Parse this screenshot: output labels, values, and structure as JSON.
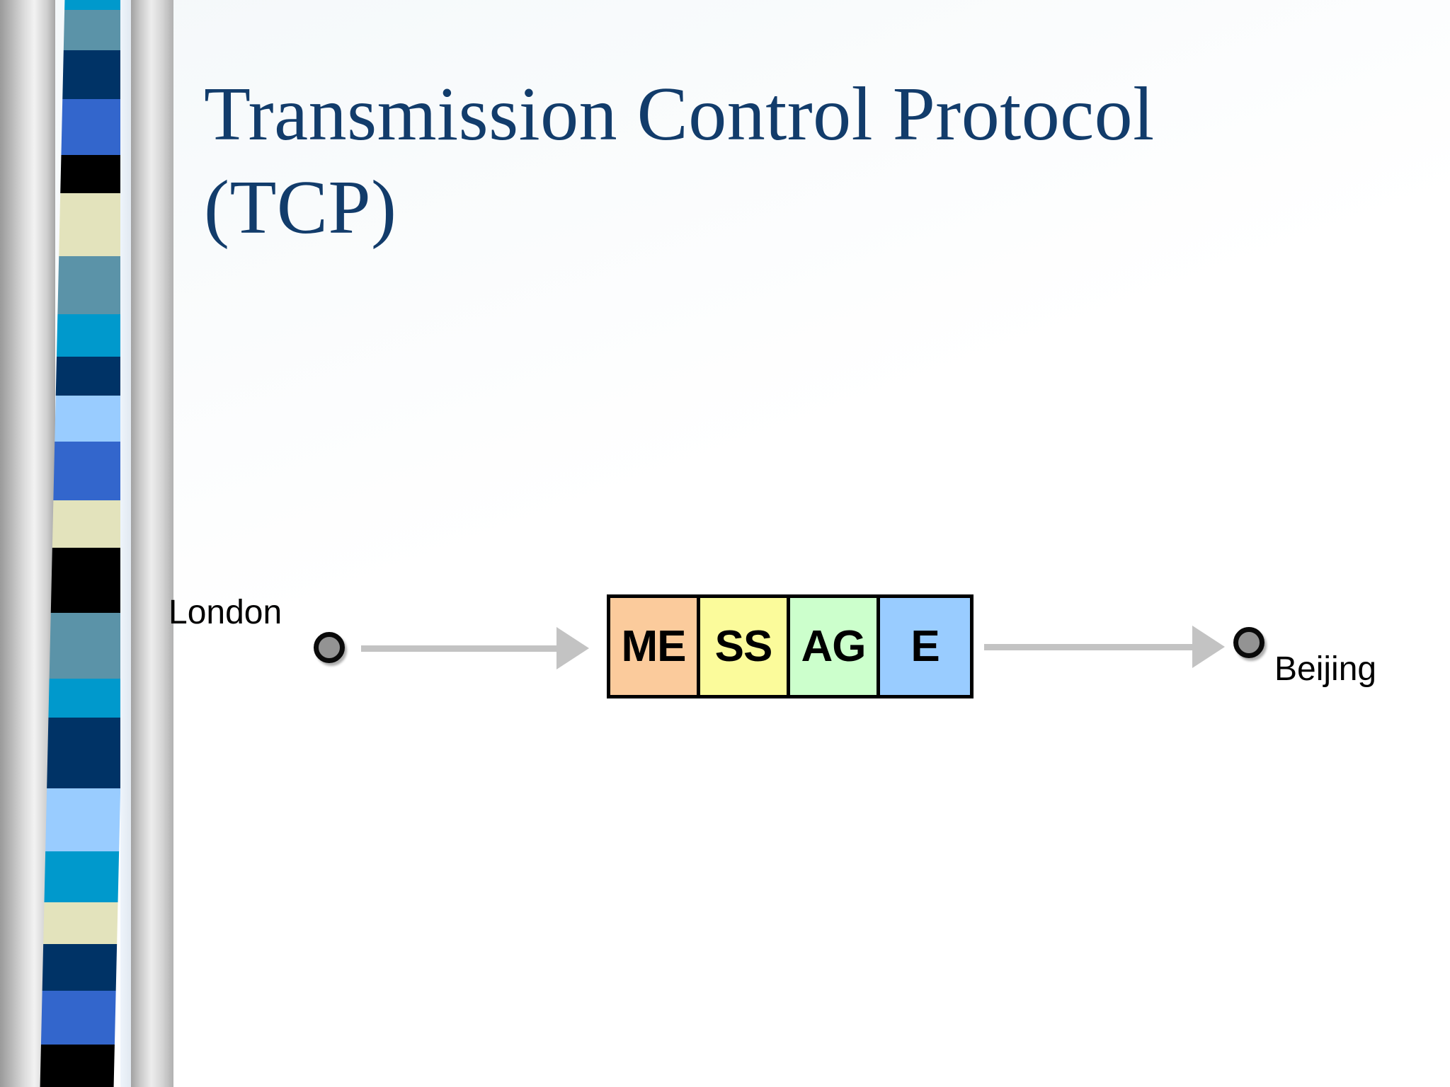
{
  "slide": {
    "title_lines": [
      "Transmission Control Protocol",
      "(TCP)"
    ],
    "title_color": "#123c6b",
    "background_color": "#ffffff"
  },
  "decoration": {
    "name": "left-striped-column",
    "stripes": [
      {
        "color": "#0099cc",
        "height": 27
      },
      {
        "color": "#5b93a8",
        "height": 60
      },
      {
        "color": "#003366",
        "height": 72
      },
      {
        "color": "#3366cc",
        "height": 82
      },
      {
        "color": "#000000",
        "height": 57
      },
      {
        "color": "#e3e3bc",
        "height": 93
      },
      {
        "color": "#5b93a8",
        "height": 86
      },
      {
        "color": "#0099cc",
        "height": 62
      },
      {
        "color": "#003366",
        "height": 58
      },
      {
        "color": "#99ccff",
        "height": 68
      },
      {
        "color": "#3366cc",
        "height": 86
      },
      {
        "color": "#e3e3bc",
        "height": 70
      },
      {
        "color": "#000000",
        "height": 96
      },
      {
        "color": "#5b93a8",
        "height": 98
      },
      {
        "color": "#0099cc",
        "height": 57
      },
      {
        "color": "#003366",
        "height": 105
      },
      {
        "color": "#99ccff",
        "height": 93
      },
      {
        "color": "#0099cc",
        "height": 75
      },
      {
        "color": "#e3e3bc",
        "height": 62
      },
      {
        "color": "#003366",
        "height": 68
      },
      {
        "color": "#3366cc",
        "height": 80
      },
      {
        "color": "#000000",
        "height": 75
      }
    ]
  },
  "diagram": {
    "sender": {
      "label": "London"
    },
    "receiver": {
      "label": "Beijing"
    },
    "packet": {
      "segments": [
        {
          "text": "ME",
          "color": "#fbcb9c"
        },
        {
          "text": "SS",
          "color": "#fbfb9b"
        },
        {
          "text": "AG",
          "color": "#ccffcc"
        },
        {
          "text": "E",
          "color": "#99ccff"
        }
      ]
    },
    "arrows": [
      {
        "name": "arrow-london-to-packet",
        "color": "#c3c3c3"
      },
      {
        "name": "arrow-packet-to-beijing",
        "color": "#c3c3c3"
      }
    ],
    "node_fill_color": "#939393",
    "node_border_color": "#0a0a0a"
  }
}
